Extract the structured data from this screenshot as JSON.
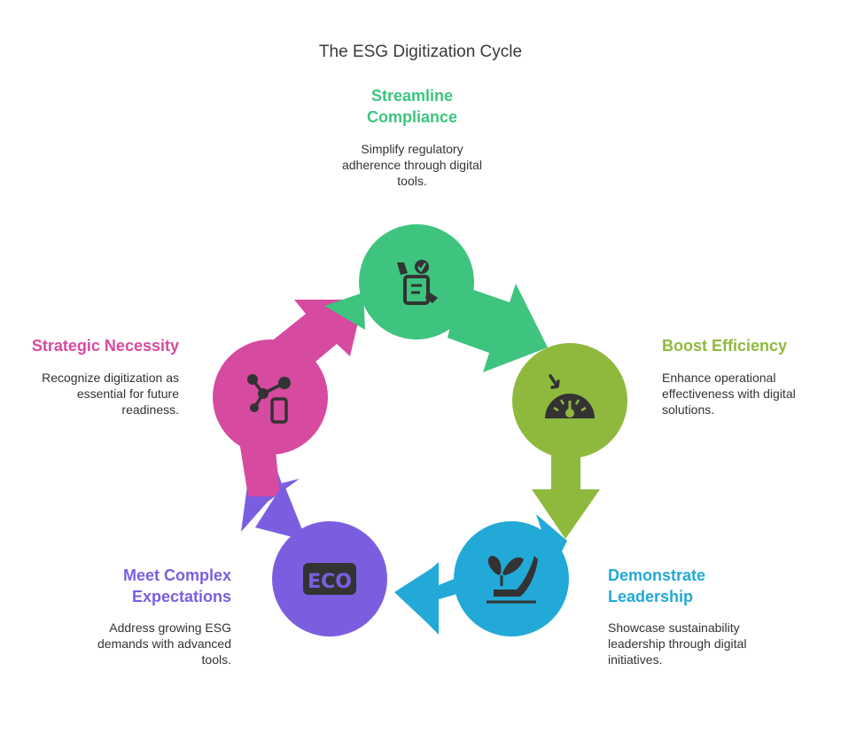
{
  "title": "The ESG Digitization Cycle",
  "stages": [
    {
      "title_line1": "Streamline",
      "title_line2": "Compliance",
      "desc_line1": "Simplify regulatory",
      "desc_line2": "adherence through digital",
      "desc_line3": "tools.",
      "color": "#3ec47e",
      "icon": "compliance-checklist-icon"
    },
    {
      "title_line1": "Boost Efficiency",
      "title_line2": "",
      "desc_line1": "Enhance operational",
      "desc_line2": "effectiveness with digital",
      "desc_line3": "solutions.",
      "color": "#8fb93d",
      "icon": "speedometer-icon"
    },
    {
      "title_line1": "Demonstrate",
      "title_line2": "Leadership",
      "desc_line1": "Showcase sustainability",
      "desc_line2": "leadership through digital",
      "desc_line3": "initiatives.",
      "color": "#22a9d8",
      "icon": "sprout-hand-icon"
    },
    {
      "title_line1": "Meet Complex",
      "title_line2": "Expectations",
      "desc_line1": "Address growing ESG",
      "desc_line2": "demands with advanced",
      "desc_line3": "tools.",
      "color": "#7b5ee0",
      "icon": "eco-badge-icon",
      "icon_text": "ECO"
    },
    {
      "title_line1": "Strategic Necessity",
      "title_line2": "",
      "desc_line1": "Recognize digitization as",
      "desc_line2": "essential for future",
      "desc_line3": "readiness.",
      "color": "#d64aa0",
      "icon": "network-phone-icon"
    }
  ]
}
